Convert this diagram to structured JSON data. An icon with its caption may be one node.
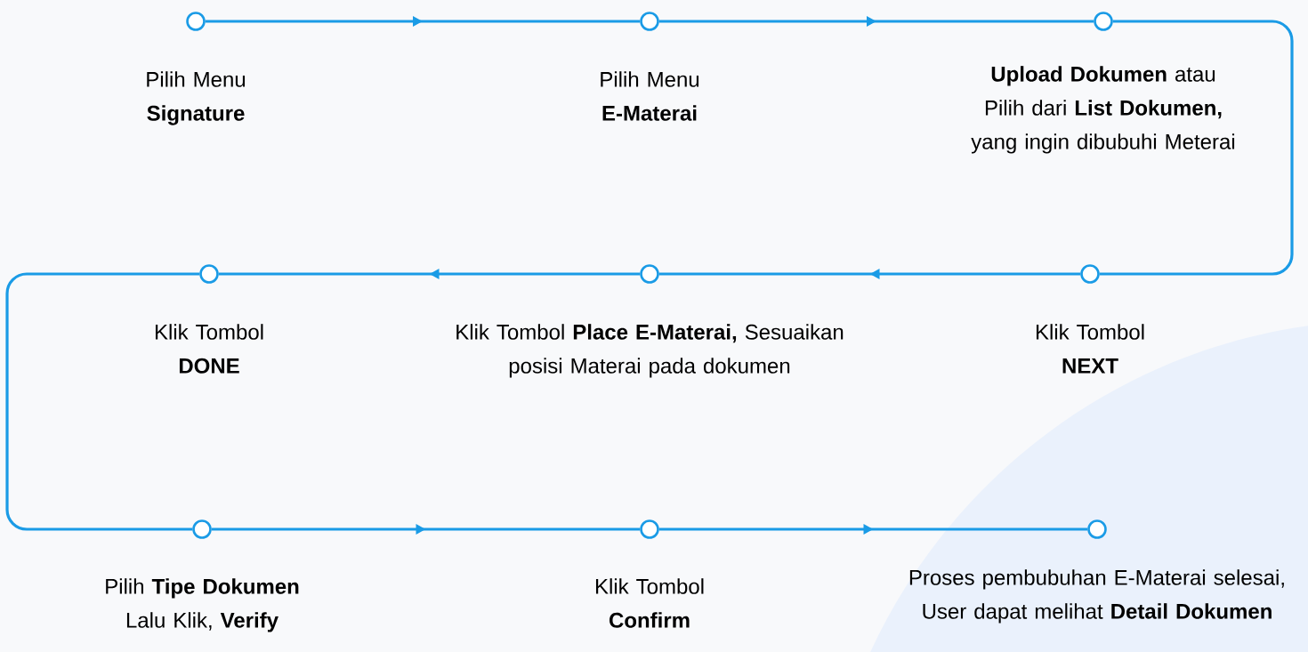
{
  "diagram": {
    "nodes": [
      {
        "text": [],
        "shape": "circle",
        "beside": [
          "Pilih Menu **Signature**"
        ]
      },
      {
        "text": [],
        "shape": "circle",
        "beside": [
          "Pilih Menu **E-Materai**"
        ]
      },
      {
        "text": [],
        "shape": "circle",
        "beside": [
          "**Upload Dokumen** atau Pilih dari **List Dokumen,** yang ingin dibubuhi Meterai"
        ]
      },
      {
        "text": [],
        "shape": "circle",
        "beside": [
          "Klik Tombol **DONE**"
        ]
      },
      {
        "text": [],
        "shape": "circle",
        "beside": [
          "Klik Tombol **Place E-Materai,** Sesuaikan posisi Materai pada dokumen"
        ]
      },
      {
        "text": [],
        "shape": "circle",
        "beside": [
          "Klik Tombol **NEXT**"
        ]
      },
      {
        "text": [],
        "shape": "circle",
        "beside": [
          "Pilih **Tipe Dokumen** Lalu Klik, **Verify**"
        ]
      },
      {
        "text": [],
        "shape": "circle",
        "beside": [
          "Klik Tombol **Confirm**"
        ]
      },
      {
        "text": [],
        "shape": "circle",
        "beside": [
          "Proses pembubuhan E-Materai selesai, User dapat melihat **Detail Dokumen**"
        ]
      }
    ],
    "edges": [
      {
        "from": 0,
        "to": 1,
        "arrow": "to"
      },
      {
        "from": 1,
        "to": 2,
        "arrow": "to"
      },
      {
        "from": 2,
        "to": 5,
        "arrow": "none"
      },
      {
        "from": 5,
        "to": 4,
        "arrow": "to"
      },
      {
        "from": 4,
        "to": 3,
        "arrow": "to"
      },
      {
        "from": 3,
        "to": 6,
        "arrow": "none"
      },
      {
        "from": 6,
        "to": 7,
        "arrow": "to"
      },
      {
        "from": 7,
        "to": 8,
        "arrow": "to"
      }
    ]
  }
}
